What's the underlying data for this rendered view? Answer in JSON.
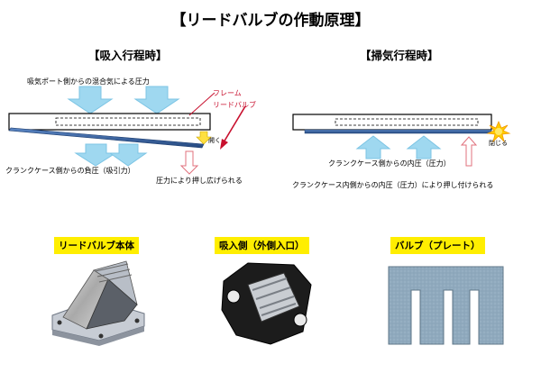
{
  "title": "【リードバルブの作動原理】",
  "intake": {
    "heading": "【吸入行程時】",
    "mixture_label": "吸気ポート側からの混合気による圧力",
    "frame_label": "フレーム",
    "reed_label": "リードバルブ",
    "open_label": "開く",
    "negative_pressure_label": "クランクケース側からの負圧（吸引力）",
    "pushed_open_label": "圧力により押し広げられる"
  },
  "scavenge": {
    "heading": "【掃気行程時】",
    "close_label": "閉じる",
    "internal_pressure_label": "クランクケース側からの内圧（圧力）",
    "pressed_shut_label": "クランクケース内側からの内圧（圧力）により押し付けられる"
  },
  "photos": {
    "body_label": "リードバルブ本体",
    "inlet_label": "吸入側（外側入口）",
    "plate_label": "バルブ（プレート）"
  },
  "colors": {
    "arrow_fill": "#9fd8f0",
    "arrow_stroke": "#7cc4e4",
    "reed_blue": "#2e5fa8",
    "frame_red": "#c8102e",
    "open_arrow": "#ffe040",
    "pressure_arrow_outline": "#e0707c",
    "plate_blue": "#8fa9bd",
    "label_yellow": "#ffee00"
  }
}
